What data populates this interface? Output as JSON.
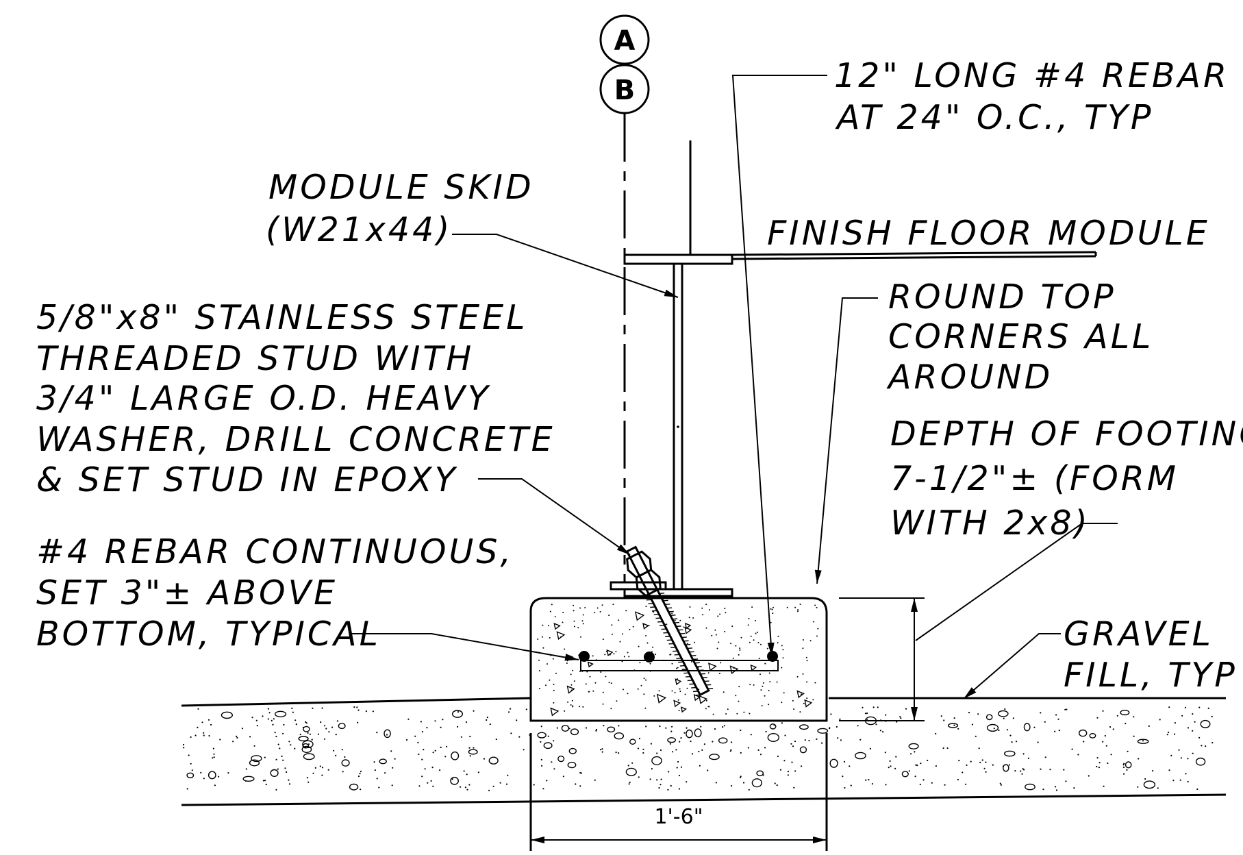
{
  "grid_bubbles": [
    "A",
    "B"
  ],
  "labels": {
    "rebar_short_line1": "12\" LONG #4 REBAR",
    "rebar_short_line2": "AT 24\" O.C., TYP",
    "skid_line1": "MODULE SKID",
    "skid_line2": "(W21x44)",
    "floor": "FINISH FLOOR MODULE",
    "round_line1": "ROUND TOP",
    "round_line2": "CORNERS ALL",
    "round_line3": "AROUND",
    "depth_line1": "DEPTH OF FOOTING",
    "depth_line2": "7-1/2\"± (FORM",
    "depth_line3": "WITH 2x8)",
    "stud_line1": "5/8\"x8\" STAINLESS STEEL",
    "stud_line2": "THREADED STUD WITH",
    "stud_line3": "3/4\" LARGE O.D. HEAVY",
    "stud_line4": "WASHER,  DRILL CONCRETE",
    "stud_line5": "& SET STUD IN EPOXY",
    "rebar_cont_line1": "#4 REBAR CONTINUOUS,",
    "rebar_cont_line2": "SET 3\"± ABOVE",
    "rebar_cont_line3": "BOTTOM, TYPICAL",
    "gravel_line1": "GRAVEL",
    "gravel_line2": "FILL, TYP"
  },
  "dimensions": {
    "footing_width": "1'-6\""
  }
}
